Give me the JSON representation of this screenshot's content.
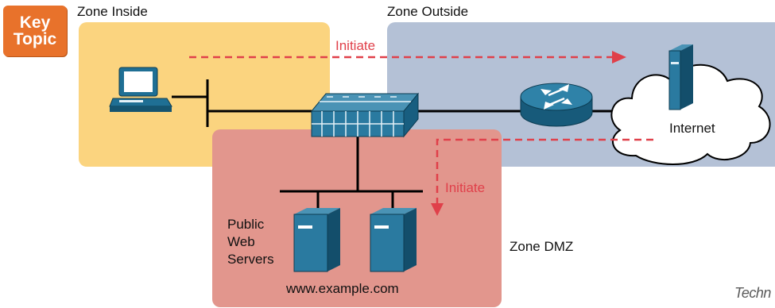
{
  "badge": {
    "line1": "Key",
    "line2": "Topic"
  },
  "zones": {
    "inside": "Zone Inside",
    "outside": "Zone Outside",
    "dmz": "Zone DMZ"
  },
  "flows": {
    "inside_to_internet": "Initiate",
    "internet_to_dmz": "Initiate"
  },
  "labels": {
    "internet": "Internet",
    "public_web_servers": "Public Web Servers",
    "domain": "www.example.com"
  },
  "watermark": "Techn",
  "colors": {
    "zone_inside": "#fbd47f",
    "zone_outside": "#b4c1d6",
    "zone_dmz": "#e2968d",
    "device_blue": "#1f6f94",
    "flow_arrow": "#e0404a",
    "badge": "#e8722b"
  },
  "icons": [
    "pc-icon",
    "firewall-icon",
    "router-icon",
    "cloud-icon",
    "server-icon"
  ]
}
